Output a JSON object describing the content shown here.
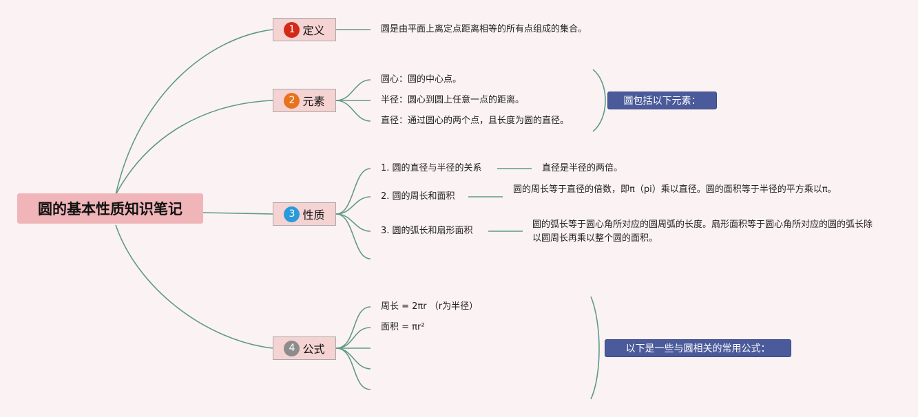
{
  "root": {
    "label": "圆的基本性质知识笔记"
  },
  "branches": [
    {
      "num": "1",
      "label": "定义",
      "color": "#d22a17"
    },
    {
      "num": "2",
      "label": "元素",
      "color": "#e8731f"
    },
    {
      "num": "3",
      "label": "性质",
      "color": "#2b9ad8"
    },
    {
      "num": "4",
      "label": "公式",
      "color": "#8c8c8c"
    }
  ],
  "definition": {
    "text": "圆是由平面上离定点距离相等的所有点组成的集合。"
  },
  "elements": {
    "items": [
      "圆心：圆的中心点。",
      "半径：圆心到圆上任意一点的距离。",
      "直径：通过圆心的两个点，且长度为圆的直径。"
    ],
    "summary": "圆包括以下元素："
  },
  "properties": {
    "items": [
      {
        "label": "1. 圆的直径与半径的关系",
        "detail": "直径是半径的两倍。"
      },
      {
        "label": "2. 圆的周长和面积",
        "detail": "圆的周长等于直径的倍数，即π（pi）乘以直径。圆的面积等于半径的平方乘以π。"
      },
      {
        "label": "3. 圆的弧长和扇形面积",
        "detail": "圆的弧长等于圆心角所对应的圆周弧的长度。扇形面积等于圆心角所对应的圆的弧长除以圆周长再乘以整个圆的面积。"
      }
    ]
  },
  "formulas": {
    "items": [
      "周长 = 2πr （r为半径）",
      "面积 = πr²"
    ],
    "summary": "以下是一些与圆相关的常用公式："
  },
  "colors": {
    "line": "#5e9a86",
    "summary_bg": "#4a5a9a",
    "background": "#fbf2f4"
  }
}
